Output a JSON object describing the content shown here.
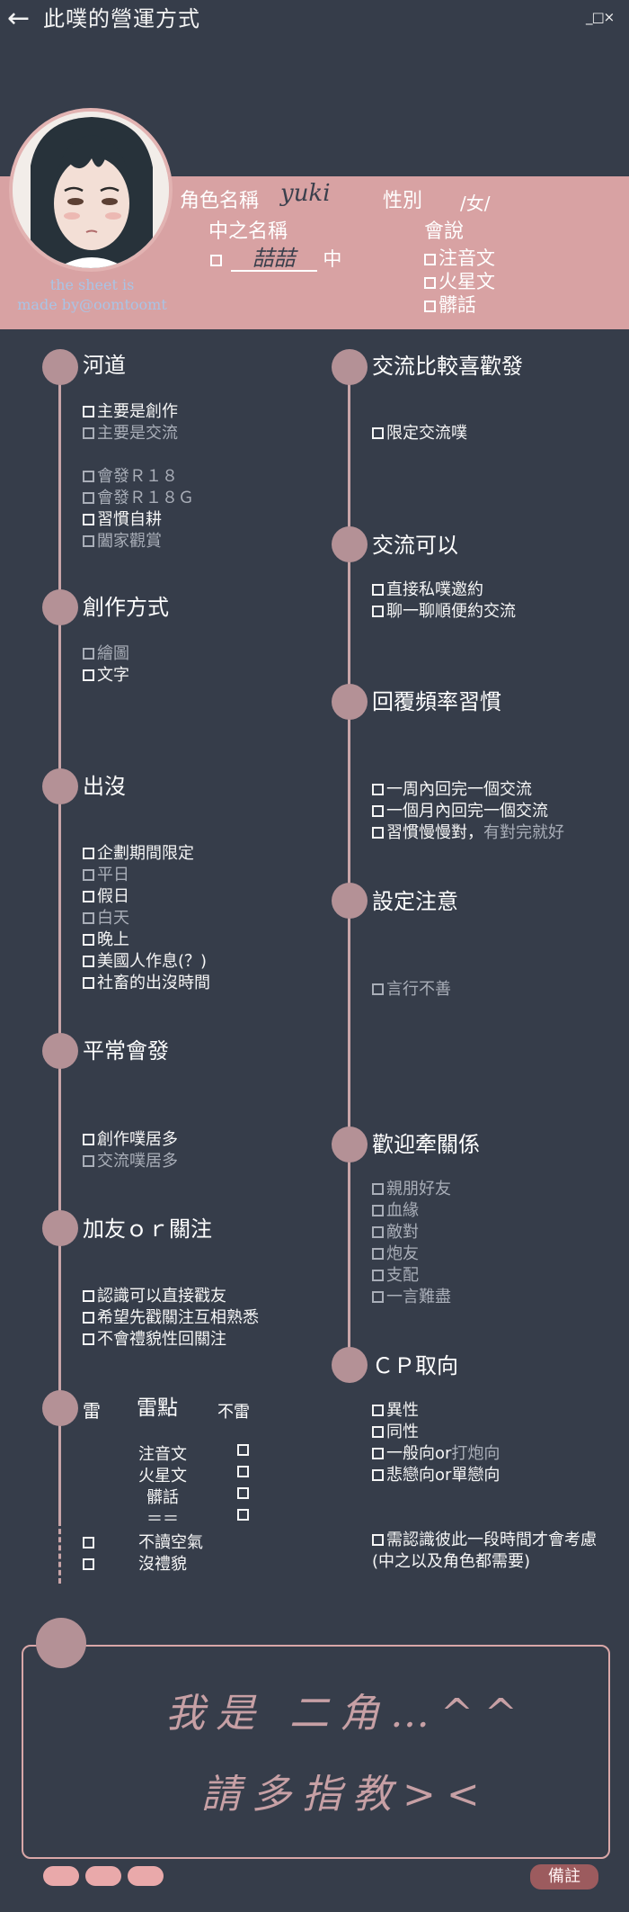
{
  "window": {
    "back_glyph": "←",
    "title": "此噗的營運方式",
    "controls": "_□×"
  },
  "profile": {
    "credit": [
      "the sheet is",
      "made by@oomtoomt"
    ],
    "character_name_label": "角色名稱",
    "character_name_value": "yuki",
    "gender_label": "性別",
    "gender_value": "/女/",
    "pl_name_label": "中之名稱",
    "pl_name_value": "喆喆",
    "pl_name_suffix": "中",
    "can_speak_label": "會說",
    "can_speak_items": [
      "注音文",
      "火星文",
      "髒話"
    ]
  },
  "sections": {
    "river": {
      "title": "河道",
      "items": [
        "主要是創作",
        "主要是交流",
        "會發Ｒ１８",
        "會發Ｒ１８Ｇ",
        "習慣自耕",
        "闔家觀賞"
      ]
    },
    "create": {
      "title": "創作方式",
      "items": [
        "繪圖",
        "文字"
      ]
    },
    "appear": {
      "title": "出沒",
      "items": [
        "企劃期間限定",
        "平日",
        "假日",
        "白天",
        "晚上",
        "美國人作息(？)",
        "社畜的出沒時間"
      ]
    },
    "usual": {
      "title": "平常會發",
      "items": [
        "創作噗居多",
        "交流噗居多"
      ]
    },
    "friend": {
      "title": "加友ｏｒ關注",
      "items": [
        "認識可以直接戳友",
        "希望先戳關注互相熟悉",
        "不會禮貌性回關注"
      ]
    },
    "mine": {
      "title": "雷",
      "col_mine": "雷點",
      "col_not": "不雷",
      "rows": [
        "注音文",
        "火星文",
        "髒話",
        "＝＝"
      ],
      "extra": [
        "不讀空氣",
        "沒禮貌"
      ]
    },
    "prefer": {
      "title": "交流比較喜歡發",
      "items": [
        "限定交流噗"
      ]
    },
    "ok": {
      "title": "交流可以",
      "items": [
        "直接私噗邀約",
        "聊一聊順便約交流"
      ]
    },
    "reply": {
      "title": "回覆頻率習慣",
      "items": [
        "一周內回完一個交流",
        "一個月內回完一個交流",
        "習慣慢慢對，",
        "有對完就好"
      ]
    },
    "setting": {
      "title": "設定注意",
      "items": [
        "言行不善"
      ]
    },
    "relation": {
      "title": "歡迎牽關係",
      "items": [
        "親朋好友",
        "血緣",
        "敵對",
        "炮友",
        "支配",
        "一言難盡"
      ]
    },
    "cp": {
      "title": "ＣＰ取向",
      "items": [
        "異性",
        "同性",
        "一般向or",
        "打炮向",
        "悲戀向or單戀向",
        "需認識彼此一段時間才會考慮",
        "(中之以及角色都需要)"
      ]
    }
  },
  "note": {
    "line1": "我是 二角…^^",
    "line2": "請多指教><"
  },
  "footer": {
    "notes_button": "備註"
  },
  "colors": {
    "background": "#363d4a",
    "band": "#d8a2a3",
    "dot": "#b49196",
    "dim_text": "#a9aeb8"
  }
}
